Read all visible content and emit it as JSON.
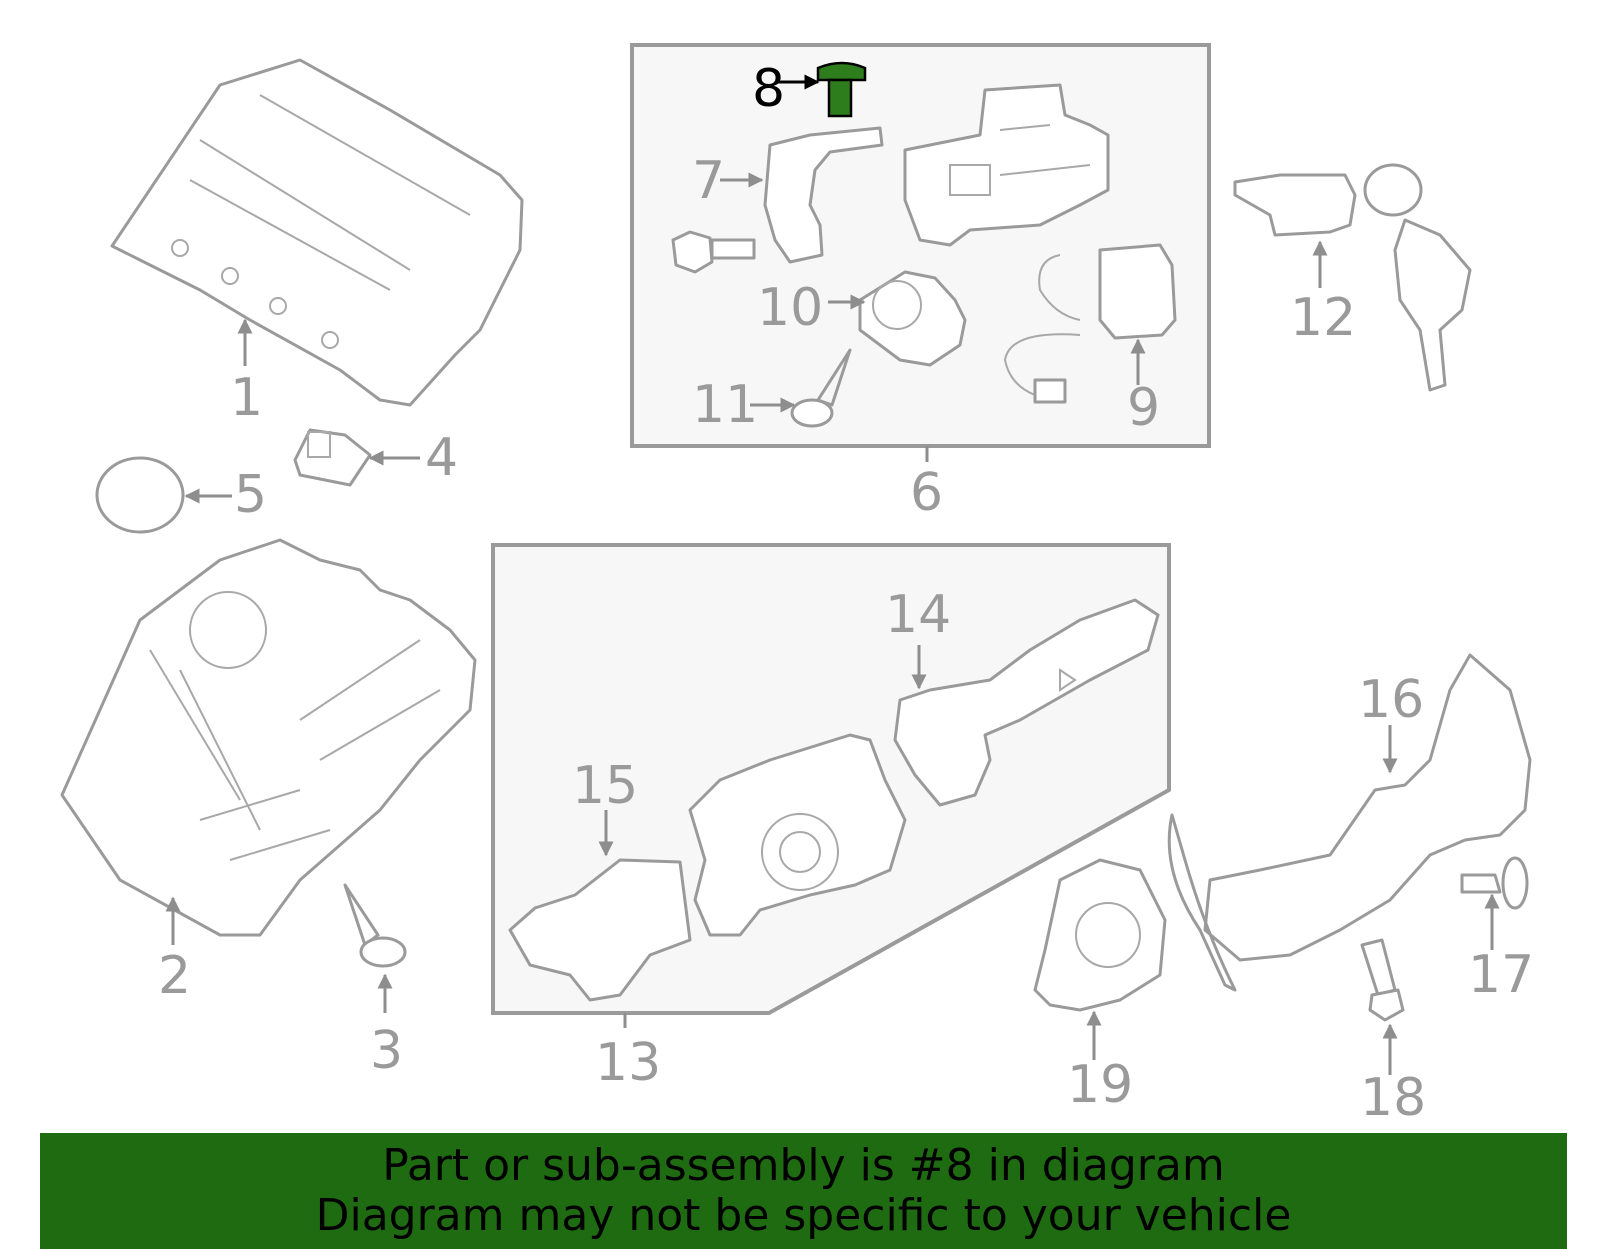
{
  "callouts": {
    "c1": "1",
    "c2": "2",
    "c3": "3",
    "c4": "4",
    "c5": "5",
    "c6": "6",
    "c7": "7",
    "c8": "8",
    "c9": "9",
    "c10": "10",
    "c11": "11",
    "c12": "12",
    "c13": "13",
    "c14": "14",
    "c15": "15",
    "c16": "16",
    "c17": "17",
    "c18": "18",
    "c19": "19"
  },
  "highlight": {
    "part": "8",
    "color": "#2e7d1c"
  },
  "banner": {
    "line1": "Part or sub-assembly is #8 in diagram",
    "line2": "Diagram may not be specific to your vehicle",
    "color": "#1f6b12"
  }
}
